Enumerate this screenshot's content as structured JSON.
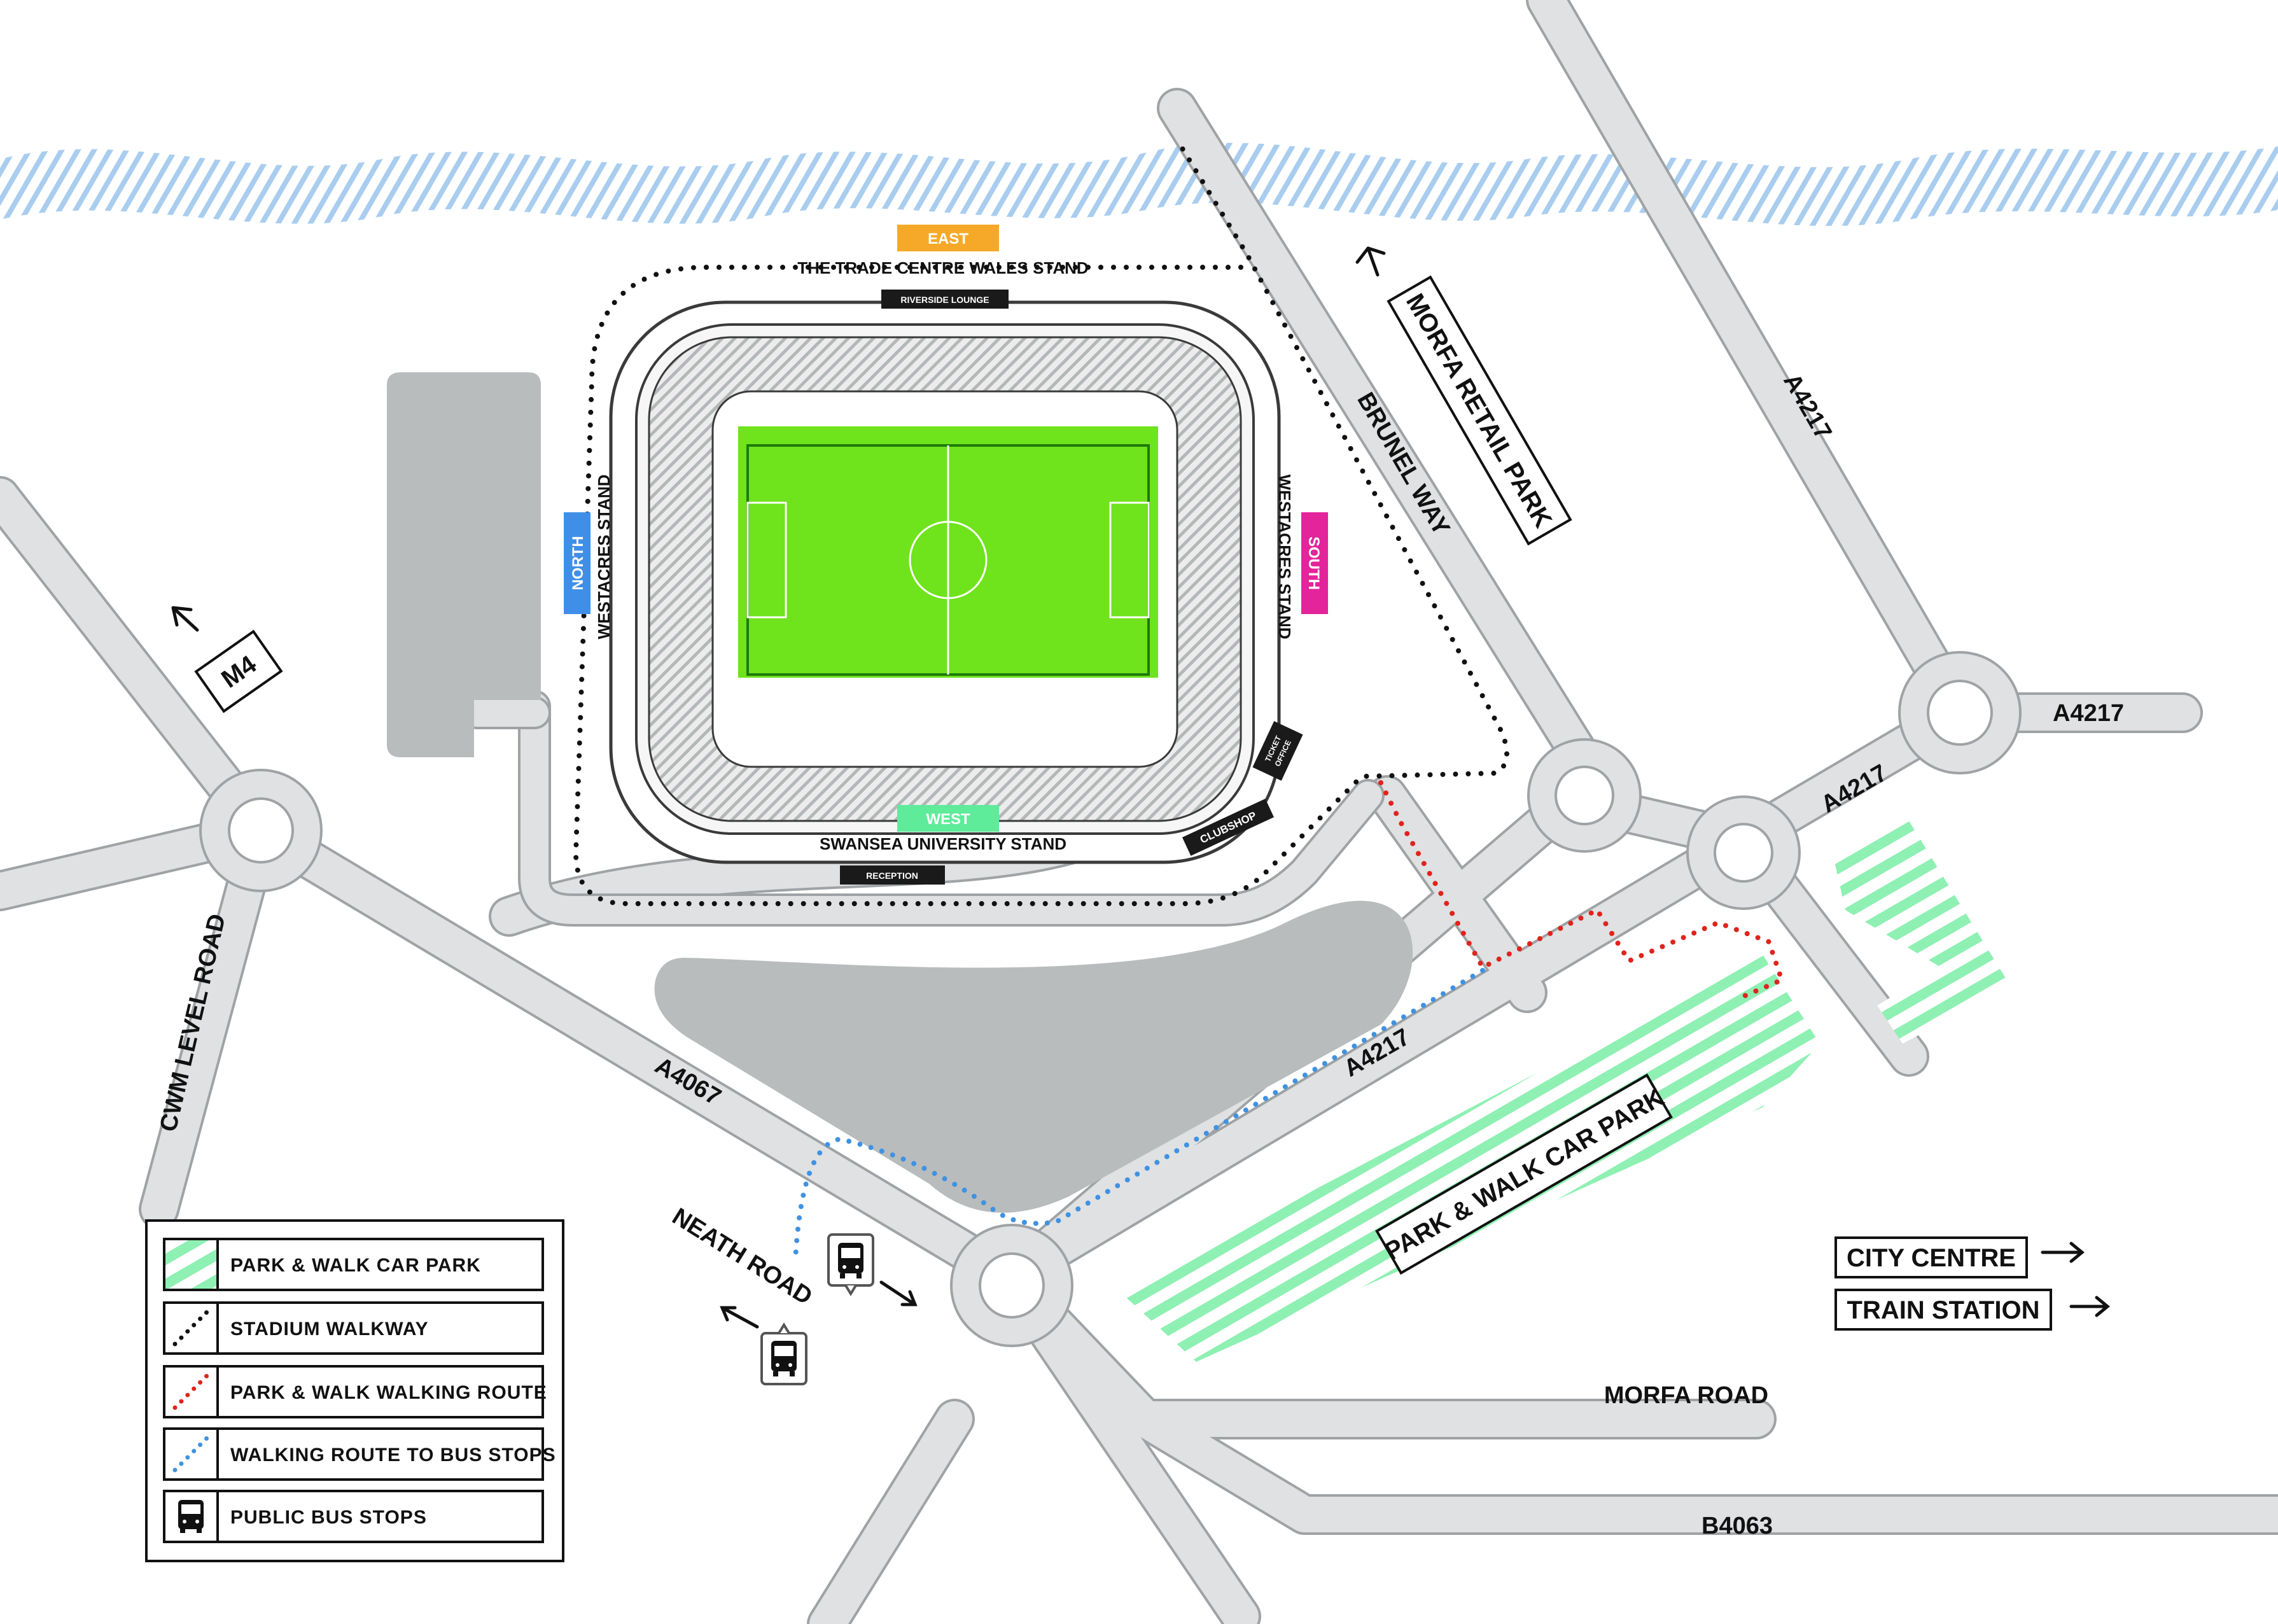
{
  "colors": {
    "road": "#d3d5d6",
    "road_edge": "#9fa3a5",
    "grey_area": "#b9bcbd",
    "pitch": "#6fe31c",
    "pitch_line": "#1e7a0b",
    "carpark": "#8ef0b2",
    "river": "#a9cdef",
    "east": "#f6a928",
    "north": "#3f8fe8",
    "south": "#e3249a",
    "west": "#5eeb9a",
    "walkway": "#111111",
    "pw_route": "#e0231c",
    "bus_route": "#3f92e2"
  },
  "stadium": {
    "east_badge": "EAST",
    "west_badge": "WEST",
    "north_badge": "NORTH",
    "south_badge": "SOUTH",
    "east_stand": "THE TRADE CENTRE WALES STAND",
    "west_stand": "SWANSEA UNIVERSITY STAND",
    "north_stand": "WESTACRES STAND",
    "south_stand": "WESTACRES STAND",
    "riverside_lounge": "RIVERSIDE LOUNGE",
    "reception": "RECEPTION",
    "clubshop": "CLUBSHOP",
    "ticket_office_1": "TICKET",
    "ticket_office_2": "OFFICE"
  },
  "roads": {
    "brunel_way": "BRUNEL WAY",
    "a4217_top": "A4217",
    "a4217_right": "A4217",
    "a4217_mid": "A4217",
    "a4217_low": "A4217",
    "a4067": "A4067",
    "neath_road": "NEATH ROAD",
    "cwm_level_road": "CWM LEVEL ROAD",
    "morfa_road": "MORFA ROAD",
    "b4063": "B4063"
  },
  "signs": {
    "morfa_retail_park": "MORFA RETAIL PARK",
    "m4": "M4",
    "park_walk_car_park": "PARK & WALK CAR PARK",
    "city_centre": "CITY CENTRE",
    "train_station": "TRAIN STATION"
  },
  "legend": {
    "items": [
      {
        "label": "PARK & WALK CAR PARK",
        "icon": "carpark-hatch-icon"
      },
      {
        "label": "STADIUM WALKWAY",
        "icon": "black-dotted-line-icon"
      },
      {
        "label": "PARK & WALK WALKING ROUTE",
        "icon": "red-dotted-line-icon"
      },
      {
        "label": "WALKING ROUTE TO BUS STOPS",
        "icon": "blue-dotted-line-icon"
      },
      {
        "label": "PUBLIC BUS STOPS",
        "icon": "bus-icon"
      }
    ]
  }
}
